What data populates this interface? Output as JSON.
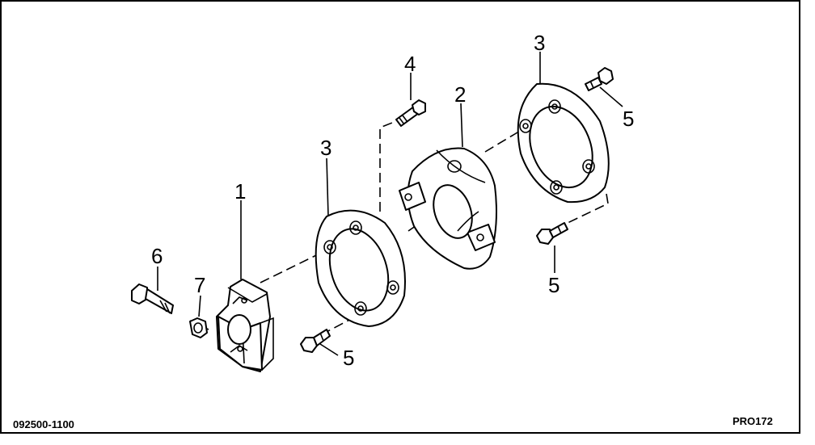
{
  "diagram": {
    "callouts": [
      {
        "id": "c1",
        "text": "1"
      },
      {
        "id": "c2",
        "text": "2"
      },
      {
        "id": "c3a",
        "text": "3"
      },
      {
        "id": "c3b",
        "text": "3"
      },
      {
        "id": "c4",
        "text": "4"
      },
      {
        "id": "c5a",
        "text": "5"
      },
      {
        "id": "c5b",
        "text": "5"
      },
      {
        "id": "c5c",
        "text": "5"
      },
      {
        "id": "c6",
        "text": "6"
      },
      {
        "id": "c7",
        "text": "7"
      }
    ],
    "drawing_code_left": "092500-1100",
    "drawing_code_right": "PRO172"
  }
}
